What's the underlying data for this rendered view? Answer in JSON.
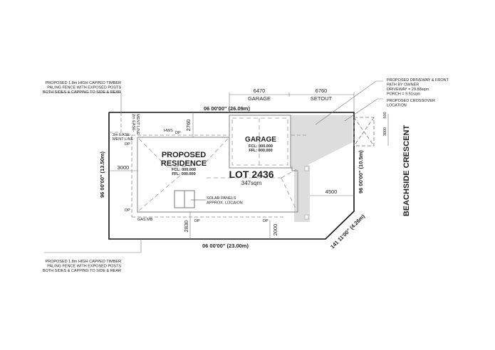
{
  "notes": {
    "fence_top": [
      "PROPOSED 1.8m HIGH CAPPED TIMBER",
      "PALING FENCE WITH EXPOSED POSTS",
      "BOTH SIDES & CAPPING TO SIDE & REAR"
    ],
    "fence_bottom": [
      "PROPOSED 1.8m HIGH CAPPED TIMBER",
      "PALING FENCE WITH EXPOSED POSTS",
      "BOTH SIDES & CAPPING TO SIDE & REAR"
    ],
    "driveway": [
      "PROPOSED DRIVEWAY & FRONT",
      "PATH BY OWNER",
      "DRIVEWAY = 29.88sqm",
      "PORCH = 9.51sqm"
    ],
    "crossover": [
      "PROPOSED CROSSOVER",
      "LOCATION"
    ],
    "solar": [
      "SOLAR PANELS",
      "APPROX. LOCAION"
    ]
  },
  "boundaries": {
    "top": "06 00'00\" (26.09m)",
    "bottom": "06 00'00\" (23.00m)",
    "left": "96 00'00\" (13.50m)",
    "right": "96 00'00\" (10.5m)",
    "corner": "141 11'00\" (4.26m)"
  },
  "dimensions": {
    "garage_width": "6470",
    "garage_label": "GARAGE",
    "setout_width": "6760",
    "setout_label": "SETOUT",
    "top_setback": "2760",
    "left_setback": "3000",
    "bottom_setback": "2830",
    "porch_setback": "2000",
    "front_setback": "4500",
    "crossover_w": "500",
    "crossover_h": "3000"
  },
  "labels": {
    "easement_side": [
      "2m EASE-",
      "MENT LINE"
    ],
    "easement_top": [
      "2m EASE-",
      "MENT LINE"
    ],
    "hws": "HWS",
    "dp": "DP",
    "gas_mb": "GAS  MB",
    "residence": [
      "PROPOSED",
      "RESIDENCE"
    ],
    "residence_fcl": "FCL: 000.000",
    "residence_ffl": "FFL: 000.000",
    "garage": "GARAGE",
    "garage_fcl": "FCL: 000.000",
    "garage_ffl": "FFL: 000.000",
    "lot": "LOT 2436",
    "area": "347sqm",
    "street": "BEACHSIDE CRESCENT"
  }
}
